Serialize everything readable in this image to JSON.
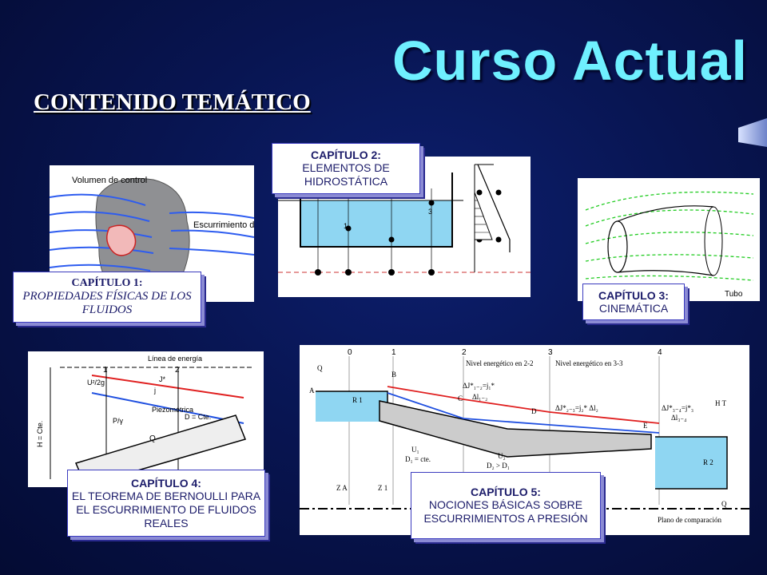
{
  "slide": {
    "title": "Curso Actual",
    "subtitle": "CONTENIDO TEMÁTICO"
  },
  "chapters": [
    {
      "title": "CAPÍTULO 1:",
      "subject": "PROPIEDADES FÍSICAS DE LOS FLUIDOS"
    },
    {
      "title": "CAPÍTULO 2:",
      "subject": "ELEMENTOS DE HIDROSTÁTICA"
    },
    {
      "title": "CAPÍTULO 3:",
      "subject": "CINEMÁTICA"
    },
    {
      "title": "CAPÍTULO 4:",
      "subject": "EL TEOREMA DE BERNOULLI PARA EL ESCURRIMIENTO DE FLUIDOS REALES"
    },
    {
      "title": "CAPÍTULO 5:",
      "subject": "NOCIONES BÁSICAS SOBRE ESCURRIMIENTOS A PRESIÓN"
    }
  ],
  "figures": {
    "control_volume": {
      "label1": "Volumen de control",
      "label2": "Escurrimiento del fluido"
    },
    "hydrostatics": {
      "point1": "1",
      "point3": "3"
    },
    "kinematics": {
      "label": "Tubo"
    },
    "bernoulli": {
      "energy_line": "Línea de energía",
      "piezometric": "Piezométrica",
      "section1": "1",
      "section2": "2",
      "h_label": "H = Cte.",
      "d_label": "D = Cte.",
      "q_label": "Q",
      "u2g": "U²/2g",
      "j_label": "j",
      "jstar": "J*",
      "p_gamma": "P/γ"
    },
    "pressure_flow": {
      "sections": [
        "0",
        "1",
        "2",
        "3",
        "4"
      ],
      "energy_level_2": "Nivel energético en 2-2",
      "energy_level_3": "Nivel energético en 3-3",
      "q_label": "Q",
      "point_a": "A",
      "point_b": "B",
      "point_c": "C",
      "point_d": "D",
      "point_e": "E",
      "r1": "R 1",
      "r2": "R 2",
      "u1": "U₁",
      "d1": "D₁ = cte.",
      "u2": "U₂",
      "d2": "D₂ > D₁",
      "j12": "ΔJ*₁₋₂=j₁*",
      "j23": "ΔJ*₂₋₃=j₂* Δl₂",
      "j34": "ΔJ*₃₋₄=j*₃",
      "dl34": "Δl₃₋₄",
      "dl12": "Δl₁₋₂",
      "ht": "H T",
      "za": "Z A",
      "z1": "Z 1",
      "reference_plane": "Plano de comparación"
    }
  }
}
